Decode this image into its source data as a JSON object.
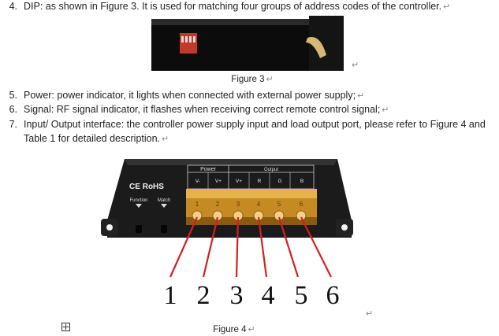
{
  "items": [
    {
      "num": "4.",
      "text": "DIP: as shown in Figure 3. It is used for matching four groups of address codes of the controller."
    },
    {
      "num": "5.",
      "text": "Power: power indicator, it lights when connected with external power supply;"
    },
    {
      "num": "6.",
      "text": "Signal: RF signal indicator, it flashes when receiving correct remote control signal;"
    },
    {
      "num": "7.",
      "text": "Input/ Output interface: the controller power supply input and load output port, please refer to Figure 4 and"
    },
    {
      "num": "",
      "text": "Table 1 for detailed description."
    }
  ],
  "figure3": {
    "caption": "Figure 3"
  },
  "figure4": {
    "caption": "Figure 4",
    "device_label": "CE RoHS",
    "power_label": "Power",
    "output_label": "Output",
    "pin_labels": [
      "V-",
      "V+",
      "V+",
      "R",
      "G",
      "B"
    ],
    "function_label": "Function",
    "match_label": "Match",
    "terminal_numbers": [
      "1",
      "2",
      "3",
      "4",
      "5",
      "6"
    ],
    "callout_numbers": [
      "1",
      "2",
      "3",
      "4",
      "5",
      "6"
    ]
  },
  "return_mark": "↵",
  "colors": {
    "callout_line": "#d42020",
    "terminal_amber": "#d99a2a",
    "device_body": "#1b1b1b"
  }
}
